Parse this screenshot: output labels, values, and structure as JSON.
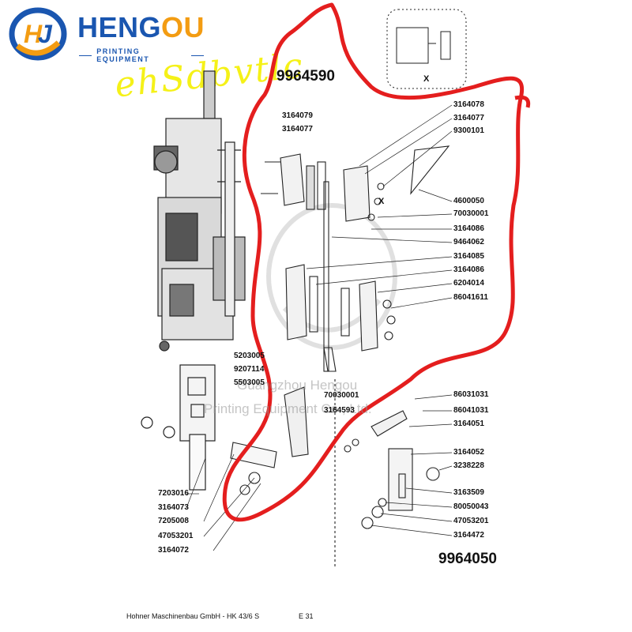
{
  "logo": {
    "brand_main": "HENG",
    "brand_accent": "OU",
    "tagline": "PRINTING EQUIPMENT"
  },
  "handwriting": "ehSdbvtlc",
  "group_numbers": {
    "top": "9964590",
    "bottom": "9964050"
  },
  "callout_x": "X",
  "callout_x2": "X",
  "parts_top_left": [
    "3164079",
    "3164077"
  ],
  "parts_right": [
    "3164078",
    "3164077",
    "9300101",
    "4600050",
    "70030001",
    "3164086",
    "9464062",
    "3164085",
    "3164086",
    "6204014",
    "86041611"
  ],
  "parts_middle": [
    "5203005",
    "9207114",
    "5503005"
  ],
  "parts_center": [
    "70030001",
    "3164593"
  ],
  "parts_bottom_left": [
    "7203016",
    "3164073",
    "7205008",
    "47053201",
    "3164072"
  ],
  "parts_bottom_right": [
    "86031031",
    "86041031",
    "3164051",
    "3164052",
    "3238228",
    "3163509",
    "80050043",
    "47053201",
    "3164472"
  ],
  "watermark": {
    "line1": "Guangzhou Hengou",
    "line2": "Printing Equipment Co., Ltd."
  },
  "footer": {
    "maker": "Hohner Maschinenbau GmbH - HK 43/6 S",
    "page": "E 31"
  },
  "colors": {
    "brand_blue": "#1a56b0",
    "brand_orange": "#f39c12",
    "highlight": "#e41e1e",
    "handwriting": "#f4f000"
  }
}
